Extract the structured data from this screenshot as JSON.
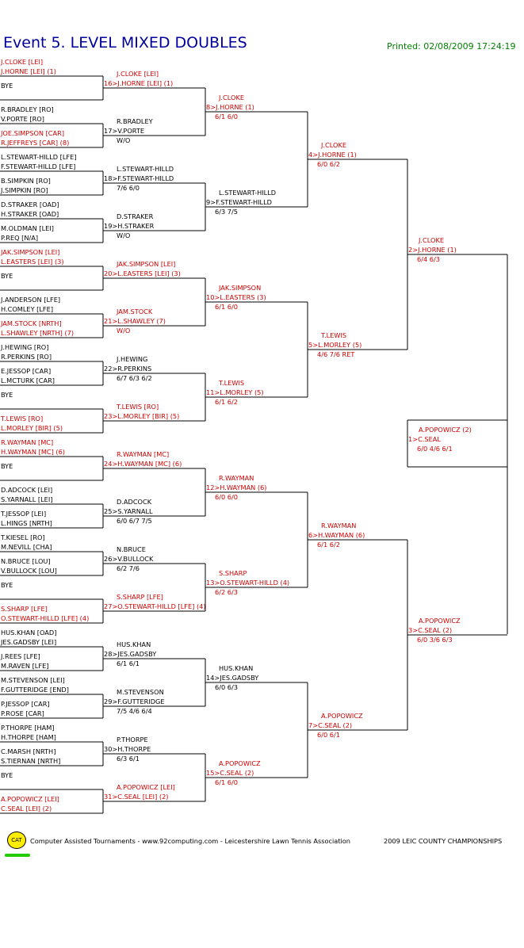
{
  "header": {
    "title": "Event 5. LEVEL MIXED DOUBLES",
    "printed": "Printed: 02/08/2009 17:24:19"
  },
  "colors": {
    "title": "#00009c",
    "printed": "#008000",
    "seeded": "#cc0000",
    "unseeded": "#000000"
  },
  "draw": [
    {
      "t1": "J.CLOKE [LEI]",
      "t2": "J.HORNE [LEI] (1)",
      "red": true
    },
    {
      "t1": "BYE",
      "t2": "",
      "red": false
    },
    {
      "t1": "R.BRADLEY [RO]",
      "t2": "V.PORTE [RO]",
      "red": false
    },
    {
      "t1": "JOE.SIMPSON [CAR]",
      "t2": "R.JEFFREYS [CAR] (8)",
      "red": true
    },
    {
      "t1": "L.STEWART-HILLD [LFE]",
      "t2": "F.STEWART-HILLD [LFE]",
      "red": false
    },
    {
      "t1": "B.SIMPKIN [RO]",
      "t2": "J.SIMPKIN [RO]",
      "red": false
    },
    {
      "t1": "D.STRAKER [OAD]",
      "t2": "H.STRAKER [OAD]",
      "red": false
    },
    {
      "t1": "M.OLDMAN [LEI]",
      "t2": "P.REQ [N/A]",
      "red": false
    },
    {
      "t1": "JAK.SIMPSON [LEI]",
      "t2": "L.EASTERS [LEI] (3)",
      "red": true
    },
    {
      "t1": "BYE",
      "t2": "",
      "red": false
    },
    {
      "t1": "J.ANDERSON [LFE]",
      "t2": "H.COMLEY [LFE]",
      "red": false
    },
    {
      "t1": "JAM.STOCK [NRTH]",
      "t2": "L.SHAWLEY [NRTH] (7)",
      "red": true
    },
    {
      "t1": "J.HEWING [RO]",
      "t2": "R.PERKINS [RO]",
      "red": false
    },
    {
      "t1": "E.JESSOP [CAR]",
      "t2": "L.MCTURK [CAR]",
      "red": false
    },
    {
      "t1": "BYE",
      "t2": "",
      "red": false
    },
    {
      "t1": "T.LEWIS [RO]",
      "t2": "L.MORLEY [BIR] (5)",
      "red": true
    },
    {
      "t1": "R.WAYMAN [MC]",
      "t2": "H.WAYMAN [MC] (6)",
      "red": true
    },
    {
      "t1": "BYE",
      "t2": "",
      "red": false
    },
    {
      "t1": "D.ADCOCK [LEI]",
      "t2": "S.YARNALL [LEI]",
      "red": false
    },
    {
      "t1": "T.JESSOP [LEI]",
      "t2": "L.HINGS [NRTH]",
      "red": false
    },
    {
      "t1": "T.KIESEL [RO]",
      "t2": "M.NEVILL [CHA]",
      "red": false
    },
    {
      "t1": "N.BRUCE [LOU]",
      "t2": "V.BULLOCK [LOU]",
      "red": false
    },
    {
      "t1": "BYE",
      "t2": "",
      "red": false
    },
    {
      "t1": "S.SHARP [LFE]",
      "t2": "O.STEWART-HILLD [LFE] (4)",
      "red": true
    },
    {
      "t1": "HUS.KHAN [OAD]",
      "t2": "JES.GADSBY [LEI]",
      "red": false
    },
    {
      "t1": "J.REES [LFE]",
      "t2": "M.RAVEN [LFE]",
      "red": false
    },
    {
      "t1": "M.STEVENSON [LEI]",
      "t2": "F.GUTTERIDGE [END]",
      "red": false
    },
    {
      "t1": "P.JESSOP [CAR]",
      "t2": "P.ROSE [CAR]",
      "red": false
    },
    {
      "t1": "P.THORPE [HAM]",
      "t2": "H.THORPE [HAM]",
      "red": false
    },
    {
      "t1": "C.MARSH [NRTH]",
      "t2": "S.TIERNAN [NRTH]",
      "red": false
    },
    {
      "t1": "BYE",
      "t2": "",
      "red": false
    },
    {
      "t1": "A.POPOWICZ [LEI]",
      "t2": "C.SEAL [LEI] (2)",
      "red": true
    }
  ],
  "rounds": [
    [
      {
        "t1": "J.CLOKE [LEI]",
        "t2": "16>J.HORNE [LEI] (1)",
        "score": "",
        "red": true
      },
      {
        "t1": "R.BRADLEY",
        "t2": "17>V.PORTE",
        "score": "W/O",
        "red": false
      },
      {
        "t1": "L.STEWART-HILLD",
        "t2": "18>F.STEWART-HILLD",
        "score": "7/6 6/0",
        "red": false
      },
      {
        "t1": "D.STRAKER",
        "t2": "19>H.STRAKER",
        "score": "W/O",
        "red": false
      },
      {
        "t1": "JAK.SIMPSON [LEI]",
        "t2": "20>L.EASTERS [LEI] (3)",
        "score": "",
        "red": true
      },
      {
        "t1": "JAM.STOCK",
        "t2": "21>L.SHAWLEY (7)",
        "score": "W/O",
        "red": true
      },
      {
        "t1": "J.HEWING",
        "t2": "22>R.PERKINS",
        "score": "6/7 6/3 6/2",
        "red": false
      },
      {
        "t1": "T.LEWIS [RO]",
        "t2": "23>L.MORLEY [BIR] (5)",
        "score": "",
        "red": true
      },
      {
        "t1": "R.WAYMAN [MC]",
        "t2": "24>H.WAYMAN [MC] (6)",
        "score": "",
        "red": true
      },
      {
        "t1": "D.ADCOCK",
        "t2": "25>S.YARNALL",
        "score": "6/0 6/7 7/5",
        "red": false
      },
      {
        "t1": "N.BRUCE",
        "t2": "26>V.BULLOCK",
        "score": "6/2 7/6",
        "red": false
      },
      {
        "t1": "S.SHARP [LFE]",
        "t2": "27>O.STEWART-HILLD [LFE] (4)",
        "score": "",
        "red": true
      },
      {
        "t1": "HUS.KHAN",
        "t2": "28>JES.GADSBY",
        "score": "6/1 6/1",
        "red": false
      },
      {
        "t1": "M.STEVENSON",
        "t2": "29>F.GUTTERIDGE",
        "score": "7/5 4/6 6/4",
        "red": false
      },
      {
        "t1": "P.THORPE",
        "t2": "30>H.THORPE",
        "score": "6/3 6/1",
        "red": false
      },
      {
        "t1": "A.POPOWICZ [LEI]",
        "t2": "31>C.SEAL [LEI] (2)",
        "score": "",
        "red": true
      }
    ],
    [
      {
        "t1": "J.CLOKE",
        "t2": "8>J.HORNE (1)",
        "score": "6/1 6/0",
        "red": true
      },
      {
        "t1": "L.STEWART-HILLD",
        "t2": "9>F.STEWART-HILLD",
        "score": "6/3 7/5",
        "red": false
      },
      {
        "t1": "JAK.SIMPSON",
        "t2": "10>L.EASTERS (3)",
        "score": "6/1 6/0",
        "red": true
      },
      {
        "t1": "T.LEWIS",
        "t2": "11>L.MORLEY (5)",
        "score": "6/1 6/2",
        "red": true
      },
      {
        "t1": "R.WAYMAN",
        "t2": "12>H.WAYMAN (6)",
        "score": "6/0 6/0",
        "red": true
      },
      {
        "t1": "S.SHARP",
        "t2": "13>O.STEWART-HILLD (4)",
        "score": "6/2 6/3",
        "red": true
      },
      {
        "t1": "HUS.KHAN",
        "t2": "14>JES.GADSBY",
        "score": "6/0 6/3",
        "red": false
      },
      {
        "t1": "A.POPOWICZ",
        "t2": "15>C.SEAL (2)",
        "score": "6/1 6/0",
        "red": true
      }
    ],
    [
      {
        "t1": "J.CLOKE",
        "t2": "4>J.HORNE (1)",
        "score": "6/0 6/2",
        "red": true
      },
      {
        "t1": "T.LEWIS",
        "t2": "5>L.MORLEY (5)",
        "score": "4/6 7/6 RET",
        "red": true
      },
      {
        "t1": "R.WAYMAN",
        "t2": "6>H.WAYMAN (6)",
        "score": "6/1 6/2",
        "red": true
      },
      {
        "t1": "A.POPOWICZ",
        "t2": "7>C.SEAL (2)",
        "score": "6/0 6/1",
        "red": true
      }
    ],
    [
      {
        "t1": "J.CLOKE",
        "t2": "2>J.HORNE (1)",
        "score": "6/4 6/3",
        "red": true
      },
      {
        "t1": "A.POPOWICZ",
        "t2": "3>C.SEAL (2)",
        "score": "6/0 3/6 6/3",
        "red": true
      }
    ],
    [
      {
        "t1": "A.POPOWICZ (2)",
        "t2": "1>C.SEAL",
        "score": "6/0 4/6 6/1",
        "red": true
      }
    ]
  ],
  "footer": {
    "logo": "CAT",
    "credit": "Computer Assisted Tournaments - www.92computing.com -  Leicestershire Lawn Tennis Association",
    "event": "2009 LEIC COUNTY CHAMPIONSHIPS"
  }
}
